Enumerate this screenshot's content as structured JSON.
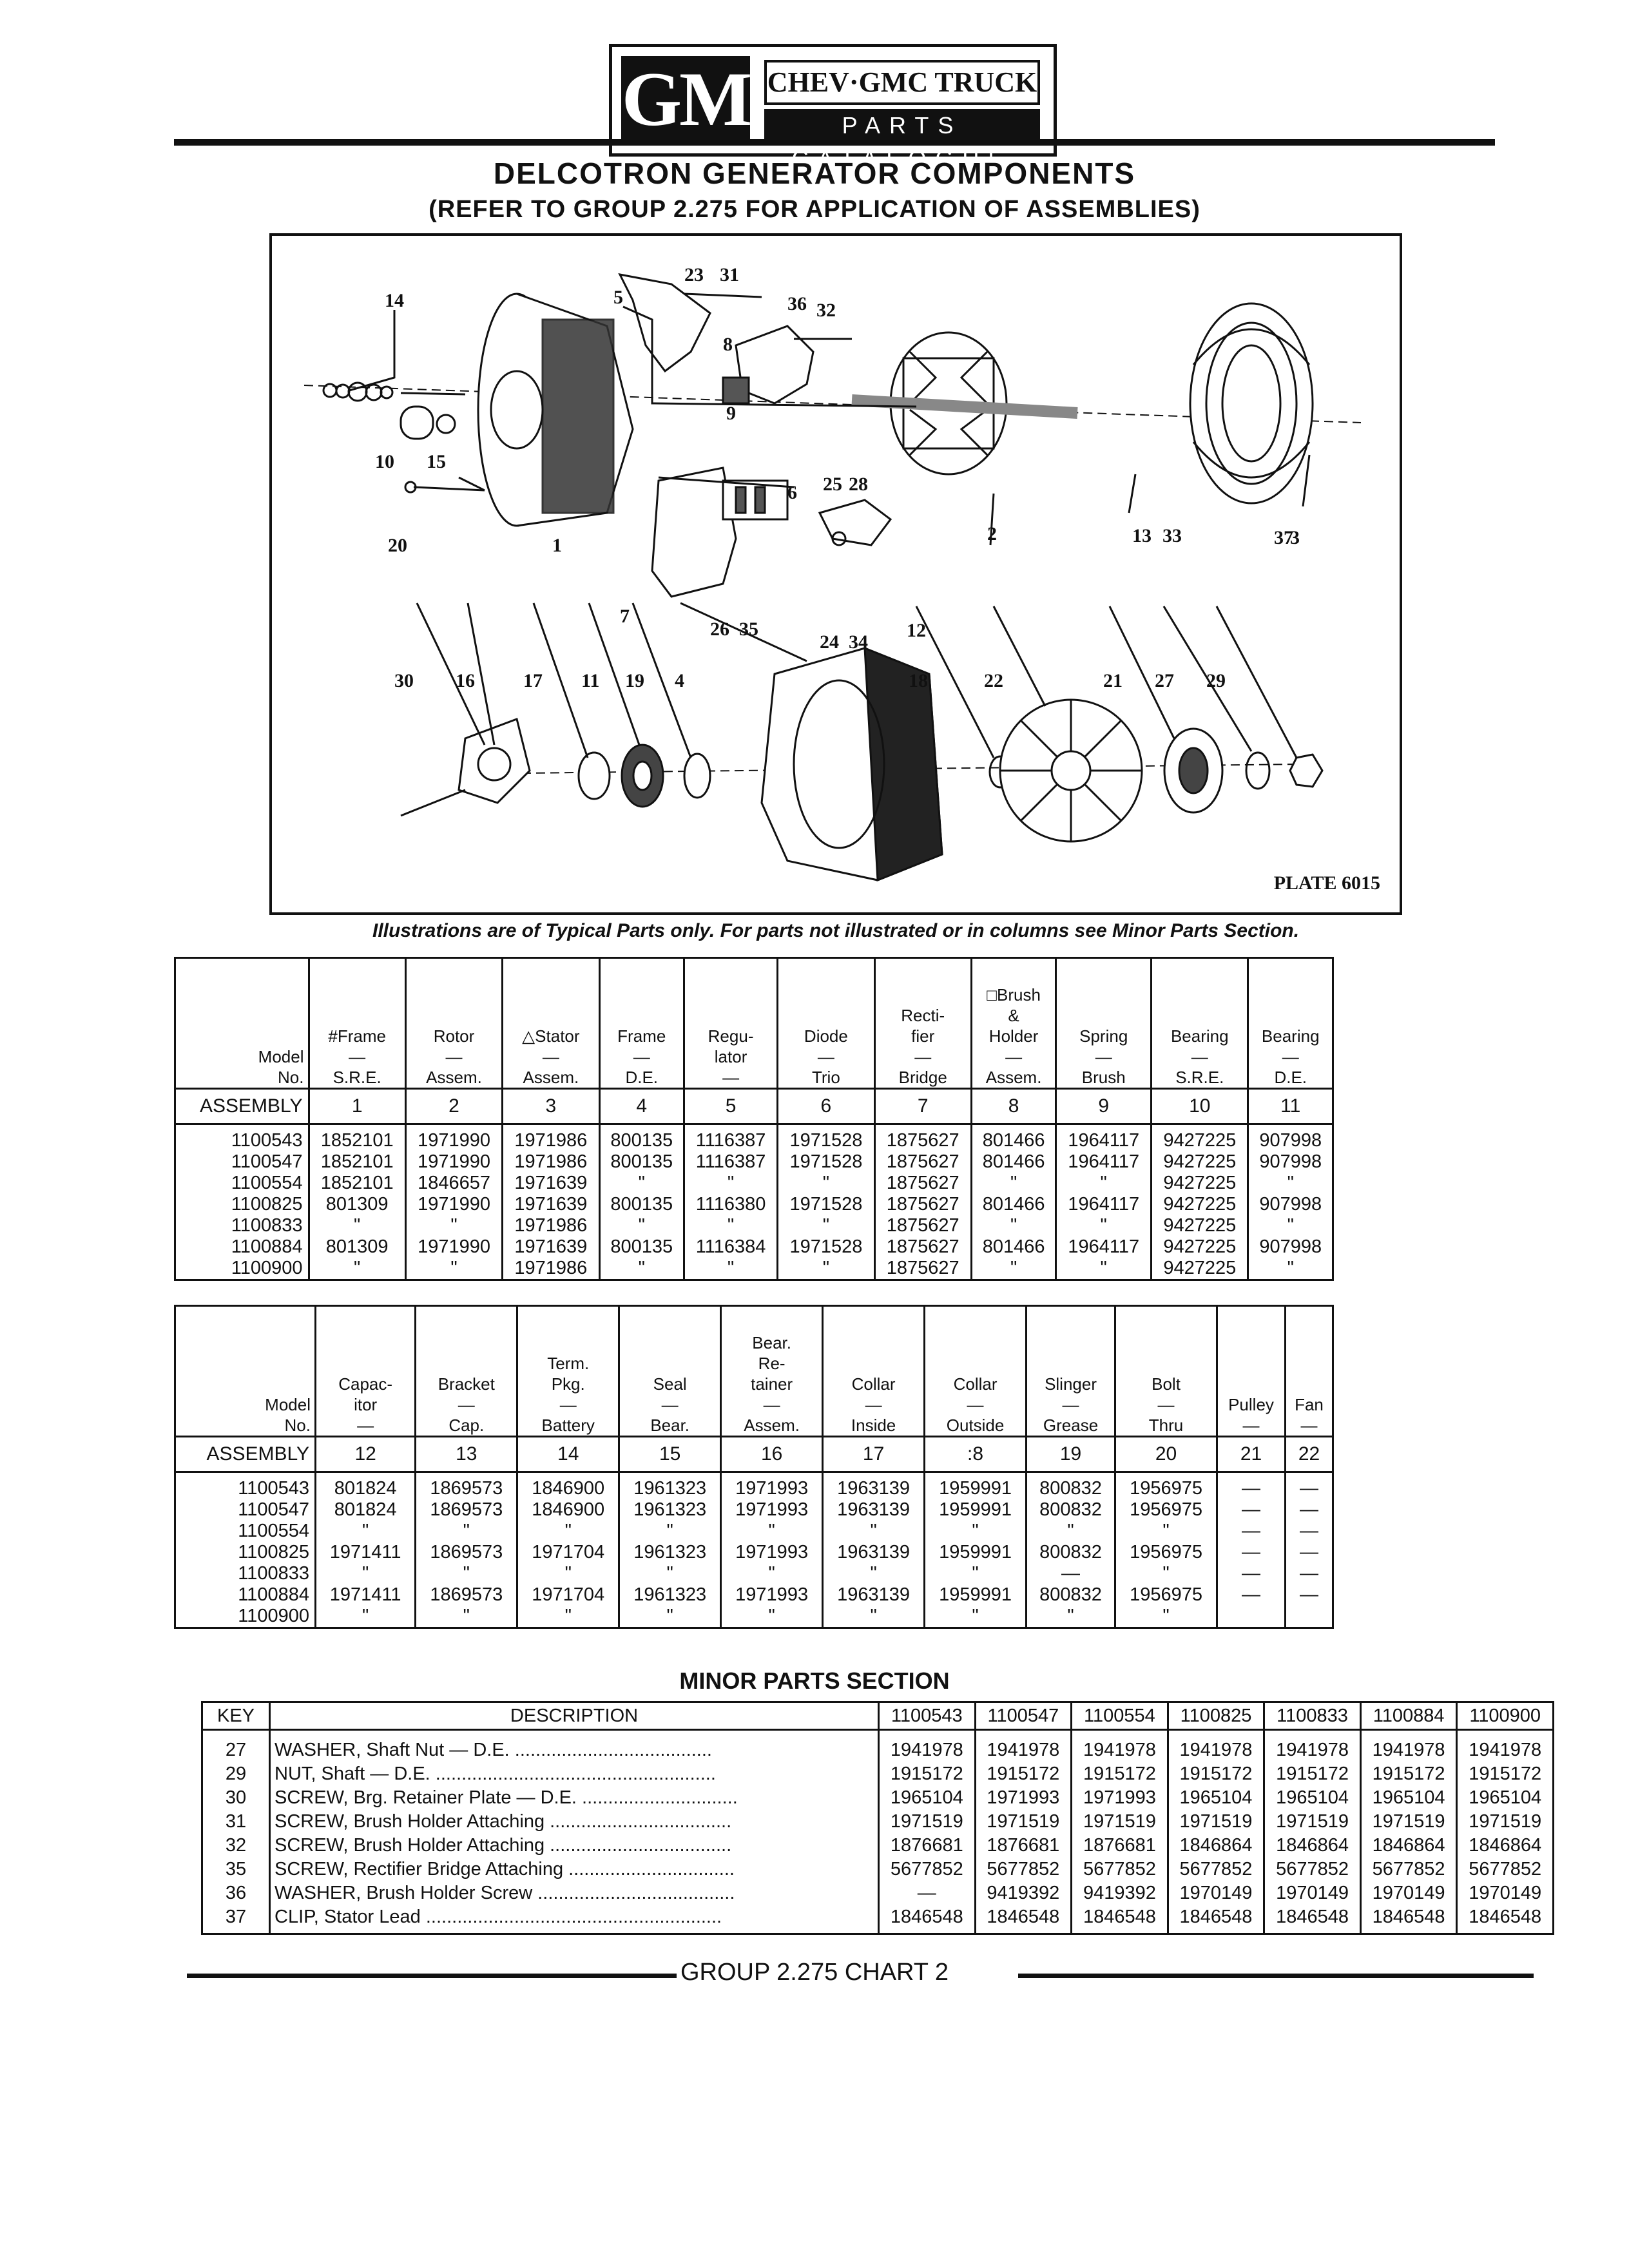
{
  "header": {
    "logo_text": "GM",
    "brand": "CHEV·GMC TRUCK",
    "catalogue": "PARTS CATALOGUE",
    "title": "DELCOTRON GENERATOR COMPONENTS",
    "subtitle": "(REFER TO GROUP 2.275 FOR APPLICATION OF ASSEMBLIES)"
  },
  "diagram": {
    "plate": "PLATE 6015",
    "callouts": [
      "14",
      "5",
      "23",
      "31",
      "36",
      "32",
      "8",
      "9",
      "10",
      "15",
      "20",
      "1",
      "6",
      "25",
      "28",
      "2",
      "37",
      "3",
      "13",
      "33",
      "7",
      "26",
      "35",
      "12",
      "24",
      "34",
      "30",
      "16",
      "17",
      "11",
      "19",
      "4",
      "18",
      "22",
      "21",
      "27",
      "29"
    ]
  },
  "note": "Illustrations are of Typical Parts only. For parts not illustrated or in columns see Minor Parts Section.",
  "table1": {
    "model_label": [
      "Model",
      "No."
    ],
    "headers": [
      [
        "#Frame",
        "—",
        "S.R.E."
      ],
      [
        "Rotor",
        "—",
        "Assem."
      ],
      [
        "△Stator",
        "—",
        "Assem."
      ],
      [
        "Frame",
        "—",
        "D.E."
      ],
      [
        "Regu-",
        "lator",
        "—"
      ],
      [
        "Diode",
        "—",
        "Trio"
      ],
      [
        "Recti-",
        "fier",
        "—",
        "Bridge"
      ],
      [
        "□Brush",
        "&",
        "Holder",
        "—",
        "Assem."
      ],
      [
        "Spring",
        "—",
        "Brush"
      ],
      [
        "Bearing",
        "—",
        "S.R.E."
      ],
      [
        "Bearing",
        "—",
        "D.E."
      ]
    ],
    "assembly_label": "ASSEMBLY",
    "numbers": [
      "1",
      "2",
      "3",
      "4",
      "5",
      "6",
      "7",
      "8",
      "9",
      "10",
      "11"
    ],
    "models": [
      "1100543",
      "1100547",
      "1100554",
      "1100825",
      "1100833",
      "1100884",
      "1100900"
    ],
    "columns": [
      [
        "1852101",
        "1852101",
        "1852101",
        "801309",
        "\"",
        "801309",
        "\""
      ],
      [
        "1971990",
        "1971990",
        "1846657",
        "1971990",
        "\"",
        "1971990",
        "\""
      ],
      [
        "1971986",
        "1971986",
        "1971639",
        "1971639",
        "1971986",
        "1971639",
        "1971986"
      ],
      [
        "800135",
        "800135",
        "\"",
        "800135",
        "\"",
        "800135",
        "\""
      ],
      [
        "1116387",
        "1116387",
        "\"",
        "1116380",
        "\"",
        "1116384",
        "\""
      ],
      [
        "1971528",
        "1971528",
        "\"",
        "1971528",
        "\"",
        "1971528",
        "\""
      ],
      [
        "1875627",
        "1875627",
        "1875627",
        "1875627",
        "1875627",
        "1875627",
        "1875627"
      ],
      [
        "801466",
        "801466",
        "\"",
        "801466",
        "\"",
        "801466",
        "\""
      ],
      [
        "1964117",
        "1964117",
        "\"",
        "1964117",
        "\"",
        "1964117",
        "\""
      ],
      [
        "9427225",
        "9427225",
        "9427225",
        "9427225",
        "9427225",
        "9427225",
        "9427225"
      ],
      [
        "907998",
        "907998",
        "\"",
        "907998",
        "\"",
        "907998",
        "\""
      ]
    ]
  },
  "table2": {
    "model_label": [
      "Model",
      "No."
    ],
    "headers": [
      [
        "Capac-",
        "itor",
        "—"
      ],
      [
        "Bracket",
        "—",
        "Cap."
      ],
      [
        "Term.",
        "Pkg.",
        "—",
        "Battery"
      ],
      [
        "Seal",
        "—",
        "Bear."
      ],
      [
        "Bear.",
        "Re-",
        "tainer",
        "—",
        "Assem."
      ],
      [
        "Collar",
        "—",
        "Inside"
      ],
      [
        "Collar",
        "—",
        "Outside"
      ],
      [
        "Slinger",
        "—",
        "Grease"
      ],
      [
        "Bolt",
        "—",
        "Thru"
      ],
      [
        "Pulley",
        "—"
      ],
      [
        "Fan",
        "—"
      ]
    ],
    "assembly_label": "ASSEMBLY",
    "numbers": [
      "12",
      "13",
      "14",
      "15",
      "16",
      "17",
      ":8",
      "19",
      "20",
      "21",
      "22"
    ],
    "models": [
      "1100543",
      "1100547",
      "1100554",
      "1100825",
      "1100833",
      "1100884",
      "1100900"
    ],
    "columns": [
      [
        "801824",
        "801824",
        "\"",
        "1971411",
        "\"",
        "1971411",
        "\""
      ],
      [
        "1869573",
        "1869573",
        "\"",
        "1869573",
        "\"",
        "1869573",
        "\""
      ],
      [
        "1846900",
        "1846900",
        "\"",
        "1971704",
        "\"",
        "1971704",
        "\""
      ],
      [
        "1961323",
        "1961323",
        "\"",
        "1961323",
        "\"",
        "1961323",
        "\""
      ],
      [
        "1971993",
        "1971993",
        "\"",
        "1971993",
        "\"",
        "1971993",
        "\""
      ],
      [
        "1963139",
        "1963139",
        "\"",
        "1963139",
        "\"",
        "1963139",
        "\""
      ],
      [
        "1959991",
        "1959991",
        "\"",
        "1959991",
        "\"",
        "1959991",
        "\""
      ],
      [
        "800832",
        "800832",
        "\"",
        "800832",
        "—",
        "800832",
        "\""
      ],
      [
        "1956975",
        "1956975",
        "\"",
        "1956975",
        "\"",
        "1956975",
        "\""
      ],
      [
        "—",
        "—",
        "—",
        "—",
        "—",
        "—",
        ""
      ],
      [
        "—",
        "—",
        "—",
        "—",
        "—",
        "—",
        ""
      ]
    ]
  },
  "minor_parts": {
    "title": "MINOR PARTS SECTION",
    "headers": [
      "KEY",
      "DESCRIPTION",
      "1100543",
      "1100547",
      "1100554",
      "1100825",
      "1100833",
      "1100884",
      "1100900"
    ],
    "rows": [
      {
        "key": "27",
        "desc": "WASHER, Shaft Nut — D.E. ......................................",
        "v": [
          "1941978",
          "1941978",
          "1941978",
          "1941978",
          "1941978",
          "1941978",
          "1941978"
        ]
      },
      {
        "key": "29",
        "desc": "NUT, Shaft — D.E. ......................................................",
        "v": [
          "1915172",
          "1915172",
          "1915172",
          "1915172",
          "1915172",
          "1915172",
          "1915172"
        ]
      },
      {
        "key": "30",
        "desc": "SCREW, Brg. Retainer Plate — D.E. ..............................",
        "v": [
          "1965104",
          "1971993",
          "1971993",
          "1965104",
          "1965104",
          "1965104",
          "1965104"
        ]
      },
      {
        "key": "31",
        "desc": "SCREW, Brush Holder Attaching ...................................",
        "v": [
          "1971519",
          "1971519",
          "1971519",
          "1971519",
          "1971519",
          "1971519",
          "1971519"
        ]
      },
      {
        "key": "32",
        "desc": "SCREW, Brush Holder Attaching ...................................",
        "v": [
          "1876681",
          "1876681",
          "1876681",
          "1846864",
          "1846864",
          "1846864",
          "1846864"
        ]
      },
      {
        "key": "35",
        "desc": "SCREW, Rectifier Bridge Attaching ................................",
        "v": [
          "5677852",
          "5677852",
          "5677852",
          "5677852",
          "5677852",
          "5677852",
          "5677852"
        ]
      },
      {
        "key": "36",
        "desc": "WASHER, Brush Holder Screw ......................................",
        "v": [
          "—",
          "9419392",
          "9419392",
          "1970149",
          "1970149",
          "1970149",
          "1970149"
        ]
      },
      {
        "key": "37",
        "desc": "CLIP, Stator Lead .........................................................",
        "v": [
          "1846548",
          "1846548",
          "1846548",
          "1846548",
          "1846548",
          "1846548",
          "1846548"
        ]
      }
    ]
  },
  "footer": "GROUP 2.275 CHART 2"
}
